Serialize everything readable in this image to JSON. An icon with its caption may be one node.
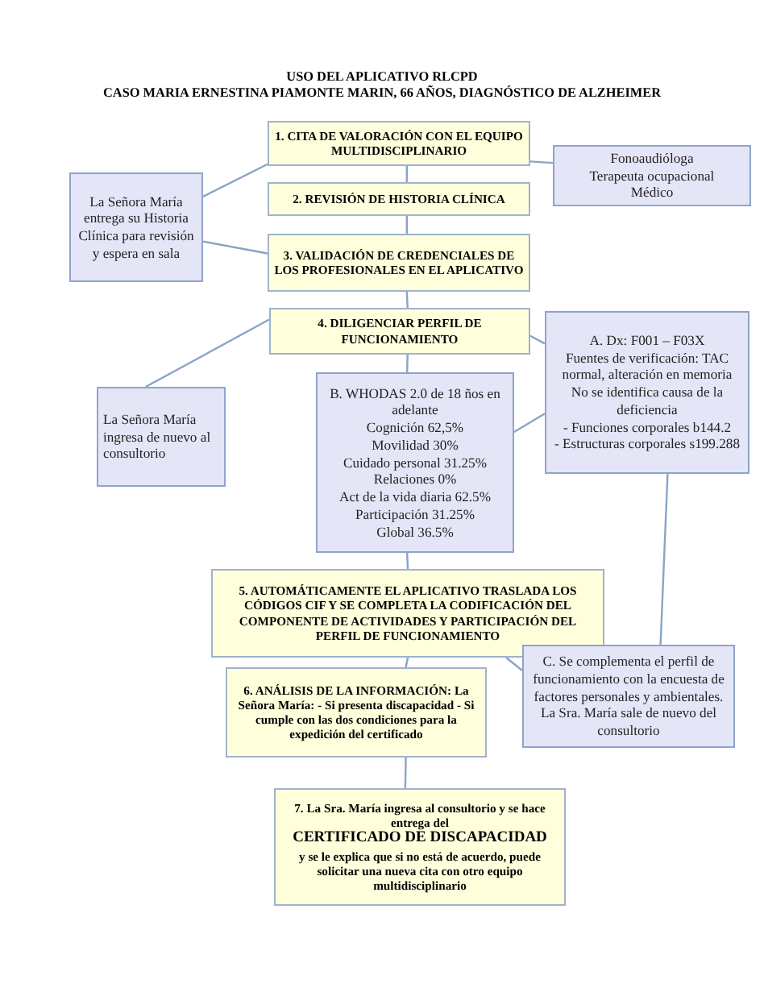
{
  "diagram": {
    "title": "USO DEL APLICATIVO RLCPD",
    "labels": [
      "CASO MARIA ERNESTINA PIAMONTE MARIN, 66 AÑOS, DIAGNÓSTICO DE ALZHEIMER"
    ],
    "nodes": [
      {
        "text": [
          "1. CITA DE VALORACIÓN CON EL EQUIPO MULTIDISCIPLINARIO"
        ]
      },
      {
        "text": [
          "Fonoaudióloga",
          "Terapeuta ocupacional",
          "Médico"
        ]
      },
      {
        "text": [
          "La Señora María entrega su Historia Clínica para revisión y espera en sala"
        ]
      },
      {
        "text": [
          "2. REVISIÓN DE HISTORIA CLÍNICA"
        ]
      },
      {
        "text": [
          "3. VALIDACIÓN DE CREDENCIALES DE LOS PROFESIONALES EN EL APLICATIVO"
        ]
      },
      {
        "text": [
          "4. DILIGENCIAR PERFIL DE FUNCIONAMIENTO"
        ]
      },
      {
        "text": [
          "A. Dx: F001 – F03X",
          "Fuentes de verificación: TAC normal, alteración en memoria",
          "No se identifica causa de la deficiencia",
          "- Funciones corporales b144.2",
          "- Estructuras corporales s199.288"
        ]
      },
      {
        "text": [
          "La Señora María ingresa de nuevo al consultorio"
        ]
      },
      {
        "text": [
          "B. WHODAS 2.0 de 18 ños en adelante",
          "Cognición 62,5%",
          "Movilidad 30%",
          "Cuidado personal 31.25%",
          "Relaciones 0%",
          "Act de la vida diaria 62.5%",
          "Participación 31.25%",
          "Global 36.5%"
        ]
      },
      {
        "text": [
          "5. AUTOMÁTICAMENTE EL APLICATIVO TRASLADA LOS CÓDIGOS CIF Y SE COMPLETA LA CODIFICACIÓN DEL COMPONENTE DE ACTIVIDADES Y PARTICIPACIÓN DEL PERFIL DE FUNCIONAMIENTO"
        ]
      },
      {
        "text": [
          "6. ANÁLISIS DE LA INFORMACIÓN: La Señora María: - Si presenta discapacidad - Si cumple con las dos condiciones para la expedición del certificado"
        ]
      },
      {
        "text": [
          "C. Se complementa el perfil de funcionamiento con la encuesta de factores personales y ambientales. La Sra. María sale de nuevo del consultorio"
        ]
      },
      {
        "text": [
          "7. La Sra. María ingresa al consultorio y se hace entrega del",
          "CERTIFICADO DE DISCAPACIDAD",
          "y se le explica que si no está de acuerdo, puede solicitar una nueva cita con otro equipo multidisciplinario"
        ]
      }
    ],
    "edges": [
      {
        "from": 0,
        "to": 1,
        "arrow": "none"
      },
      {
        "from": 2,
        "to": 0,
        "arrow": "none"
      },
      {
        "from": 0,
        "to": 3,
        "arrow": "none"
      },
      {
        "from": 3,
        "to": 4,
        "arrow": "none"
      },
      {
        "from": 2,
        "to": 4,
        "arrow": "none"
      },
      {
        "from": 4,
        "to": 5,
        "arrow": "none"
      },
      {
        "from": 7,
        "to": 5,
        "arrow": "none"
      },
      {
        "from": 5,
        "to": 6,
        "arrow": "none"
      },
      {
        "from": 5,
        "to": 8,
        "arrow": "none"
      },
      {
        "from": 8,
        "to": 6,
        "arrow": "none"
      },
      {
        "from": 6,
        "to": 11,
        "arrow": "none"
      },
      {
        "from": 8,
        "to": 9,
        "arrow": "none"
      },
      {
        "from": 9,
        "to": 10,
        "arrow": "none"
      },
      {
        "from": 9,
        "to": 11,
        "arrow": "none"
      },
      {
        "from": 10,
        "to": 12,
        "arrow": "none"
      }
    ]
  }
}
